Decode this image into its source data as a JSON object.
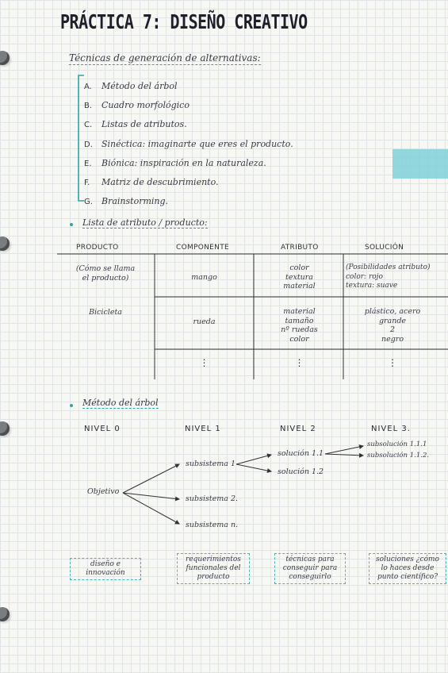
{
  "title": "PRÁCTICA 7: DISEÑO CREATIVO",
  "subtitle": "Técnicas de generación de alternativas:",
  "techniques": [
    {
      "letter": "A.",
      "text": "Método del árbol"
    },
    {
      "letter": "B.",
      "text": "Cuadro morfológico"
    },
    {
      "letter": "C.",
      "text": "Listas de atributos."
    },
    {
      "letter": "D.",
      "text": "Sinéctica: imaginarte que eres el producto."
    },
    {
      "letter": "E.",
      "text": "Biónica: inspiración en la naturaleza."
    },
    {
      "letter": "F.",
      "text": "Matriz de descubrimiento."
    },
    {
      "letter": "G.",
      "text": "Brainstorming."
    }
  ],
  "section2": "Lista de atributo / producto:",
  "table": {
    "headers": [
      "PRODUCTO",
      "COMPONENTE",
      "ATRIBUTO",
      "SOLUCIÓN"
    ],
    "row1": {
      "producto": [
        "(Cómo se llama",
        "el producto)"
      ],
      "componente": "mango",
      "atributo": [
        "color",
        "textura",
        "material"
      ],
      "solucion": [
        "(Posibilidades atributo)",
        "color: rojo",
        "textura: suave"
      ]
    },
    "row2": {
      "producto": "Bicicleta",
      "componente": "rueda",
      "atributo": [
        "material",
        "tamaño",
        "nº ruedas",
        "color"
      ],
      "solucion": [
        "plástico, acero",
        "grande",
        "2",
        "negro"
      ]
    },
    "ellipsis": "⋮"
  },
  "section3": "Método del árbol",
  "levels": [
    "NIVEL 0",
    "NIVEL 1",
    "NIVEL 2",
    "NIVEL 3."
  ],
  "tree": {
    "root": "Objetivo",
    "n1": [
      "subsistema 1",
      "subsistema 2.",
      "subsistema n."
    ],
    "n2": [
      "solución 1.1",
      "solución 1.2"
    ],
    "n3": [
      "subsolución 1.1.1",
      "subsolución 1.1.2."
    ]
  },
  "boxes": [
    "diseño e innovación",
    "requerimientos funcionales del producto",
    "técnicas para conseguir para conseguirlo",
    "soluciones ¿cómo lo haces desde punto científico?"
  ],
  "colors": {
    "accent": "#2fa6a8",
    "sticky": "#7fd1d8",
    "grid": "#dfe5e6"
  }
}
